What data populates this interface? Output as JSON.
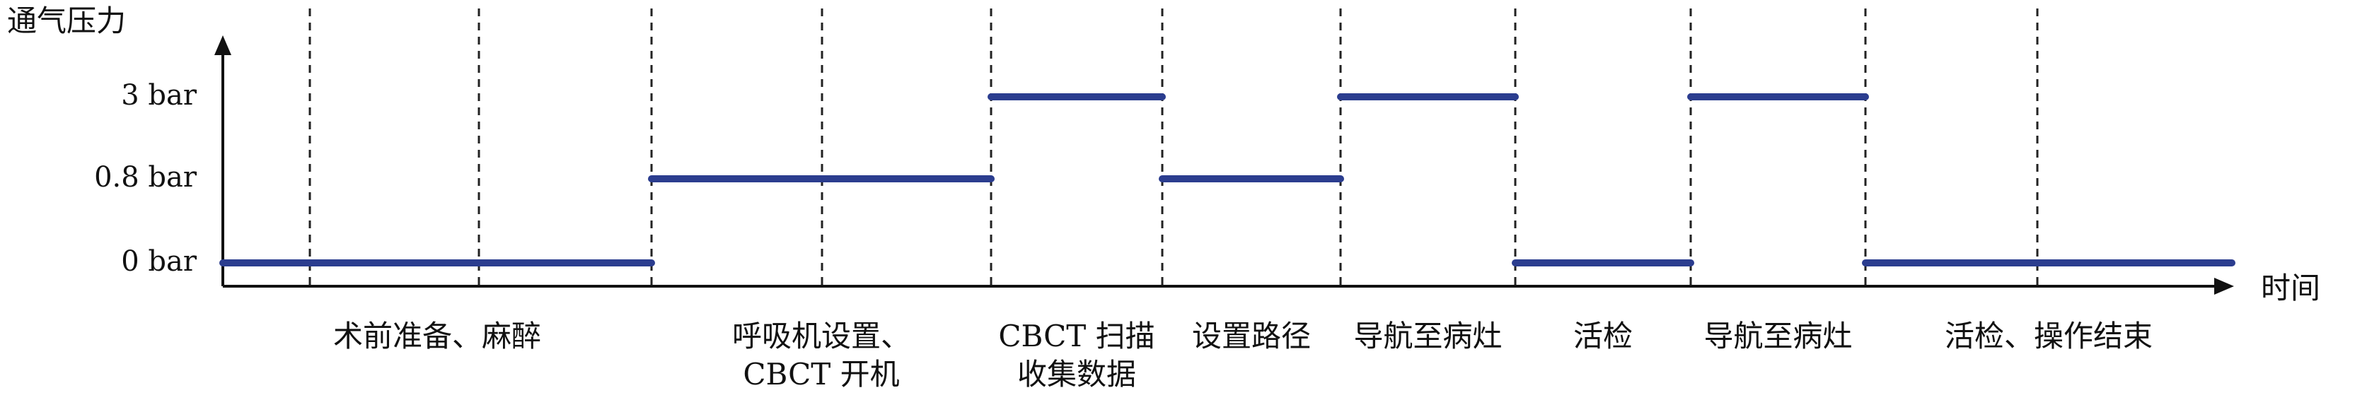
{
  "chart_data": {
    "type": "line",
    "ylabel": "通气压力",
    "xlabel": "时间",
    "y_levels": [
      {
        "value": 0,
        "label": "0 bar"
      },
      {
        "value": 0.8,
        "label": "0.8 bar"
      },
      {
        "value": 3,
        "label": "3 bar"
      }
    ],
    "phases": [
      {
        "lines": [
          "术前准备、麻醉"
        ],
        "pressure": 0
      },
      {
        "lines": [
          "呼吸机设置、",
          "CBCT 开机"
        ],
        "pressure": 0.8
      },
      {
        "lines": [
          "CBCT 扫描",
          "收集数据"
        ],
        "pressure": 3
      },
      {
        "lines": [
          "设置路径"
        ],
        "pressure": 0.8
      },
      {
        "lines": [
          "导航至病灶"
        ],
        "pressure": 3
      },
      {
        "lines": [
          "活检"
        ],
        "pressure": 0
      },
      {
        "lines": [
          "导航至病灶"
        ],
        "pressure": 3
      },
      {
        "lines": [
          "活检、操作结束"
        ],
        "pressure": 0
      }
    ],
    "colors": {
      "series": "#2b3d8f",
      "axis": "#111111",
      "divider": "#222222"
    }
  }
}
